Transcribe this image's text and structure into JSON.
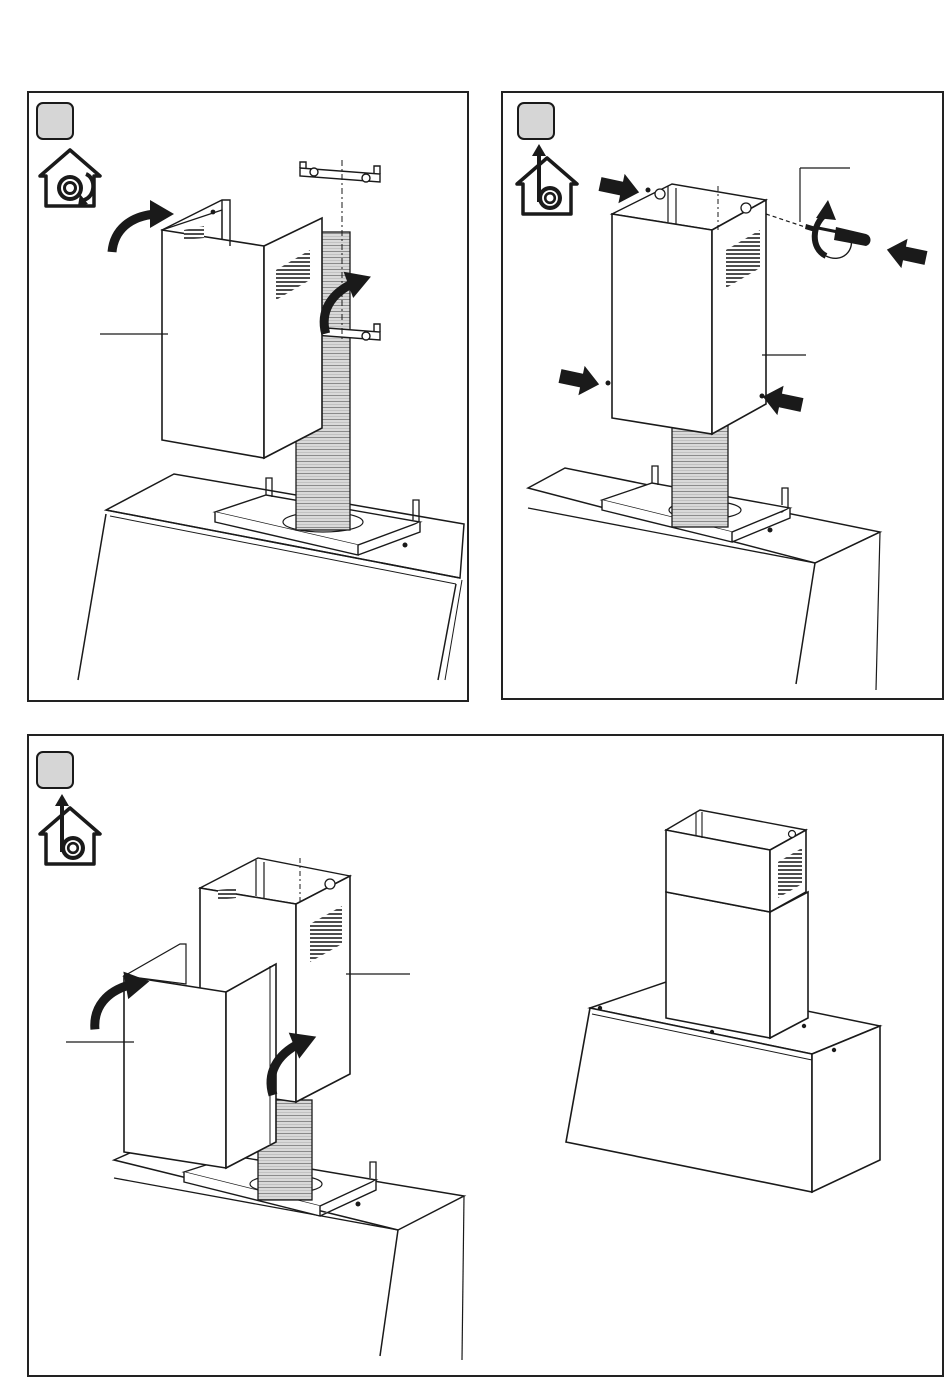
{
  "colors": {
    "ink": "#1a1a1a",
    "step_badge": "#d6d6d6",
    "duct": "#d9d9d9",
    "frame": "#222222"
  },
  "panels": [
    {
      "id": "panel-1",
      "step_label": "",
      "mode_icon": "recirculation-icon",
      "callout_label": ""
    },
    {
      "id": "panel-2",
      "step_label": "",
      "mode_icon": "extraction-icon",
      "callout_label": ""
    },
    {
      "id": "panel-3",
      "step_label": "",
      "mode_icon": "extraction-icon",
      "callout_label": ""
    }
  ],
  "icons": [
    "recirculation-icon",
    "extraction-icon",
    "curved-arrow-icon",
    "push-arrow-icon",
    "screwdriver-icon",
    "screw-icon",
    "bracket-icon",
    "flexible-duct-icon",
    "chimney-cover-icon",
    "hood-body-icon"
  ]
}
